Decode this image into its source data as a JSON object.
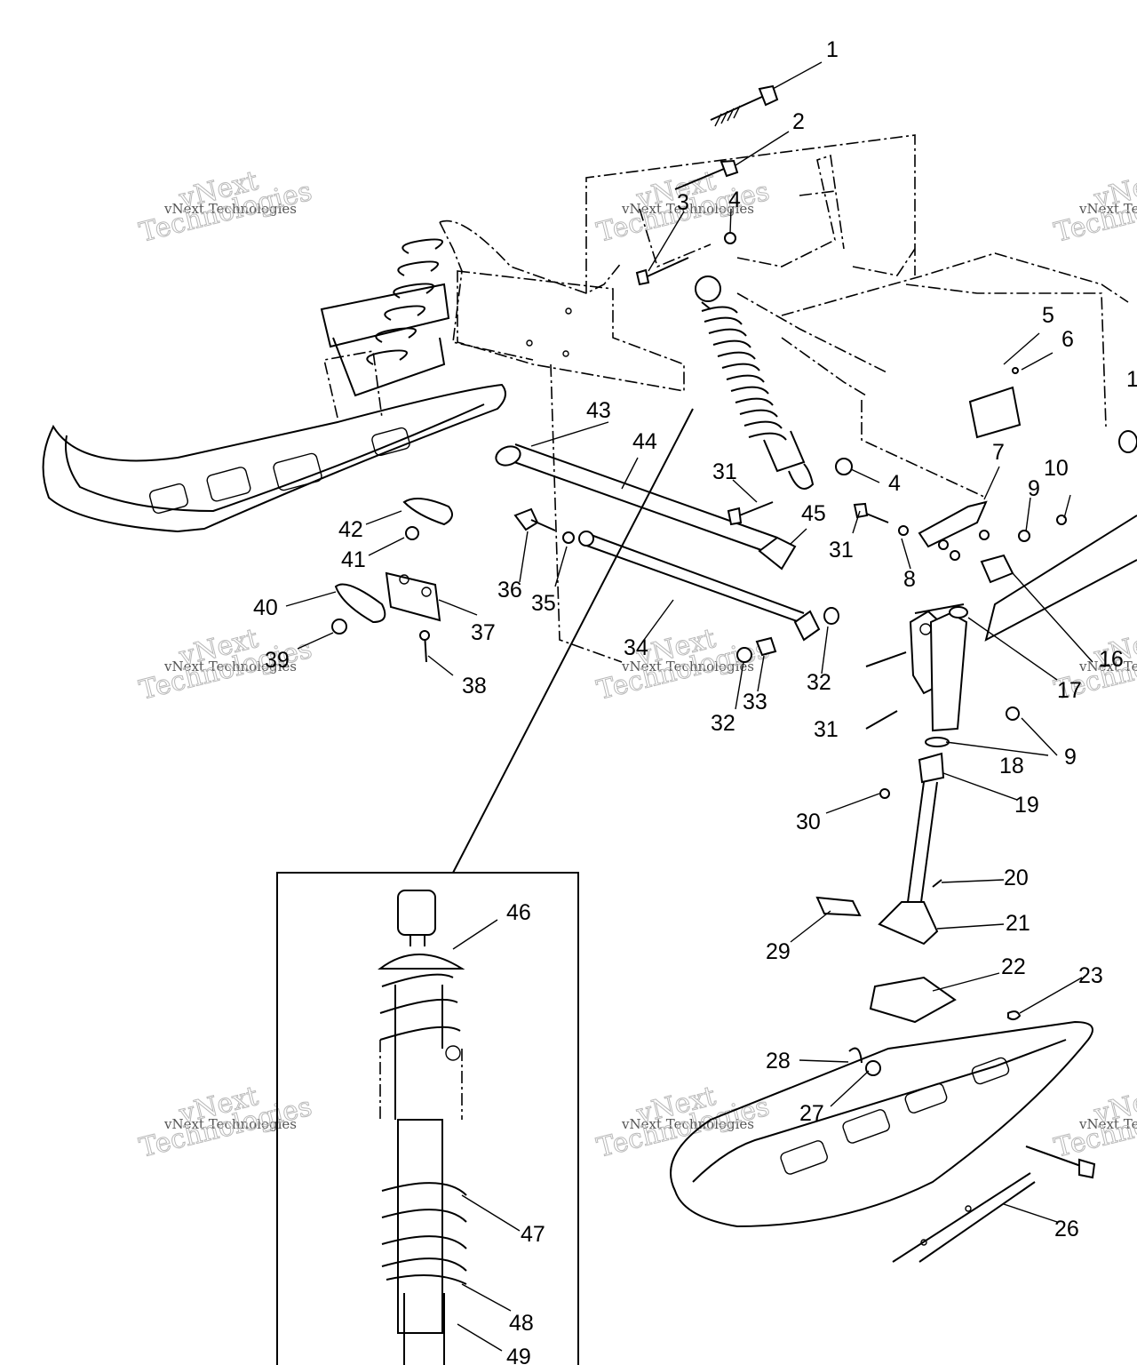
{
  "watermark": {
    "line_small": "vNext Technologies",
    "line_big_1": "vNext",
    "line_big_2": "Technologies"
  },
  "callouts": [
    "1",
    "2",
    "3",
    "4",
    "4",
    "5",
    "6",
    "1",
    "7",
    "8",
    "9",
    "9",
    "10",
    "16",
    "17",
    "18",
    "19",
    "20",
    "21",
    "22",
    "23",
    "26",
    "27",
    "28",
    "29",
    "30",
    "31",
    "31",
    "31",
    "31",
    "32",
    "32",
    "33",
    "34",
    "35",
    "36",
    "37",
    "38",
    "39",
    "40",
    "41",
    "42",
    "43",
    "44",
    "45",
    "46",
    "47",
    "48",
    "49"
  ]
}
